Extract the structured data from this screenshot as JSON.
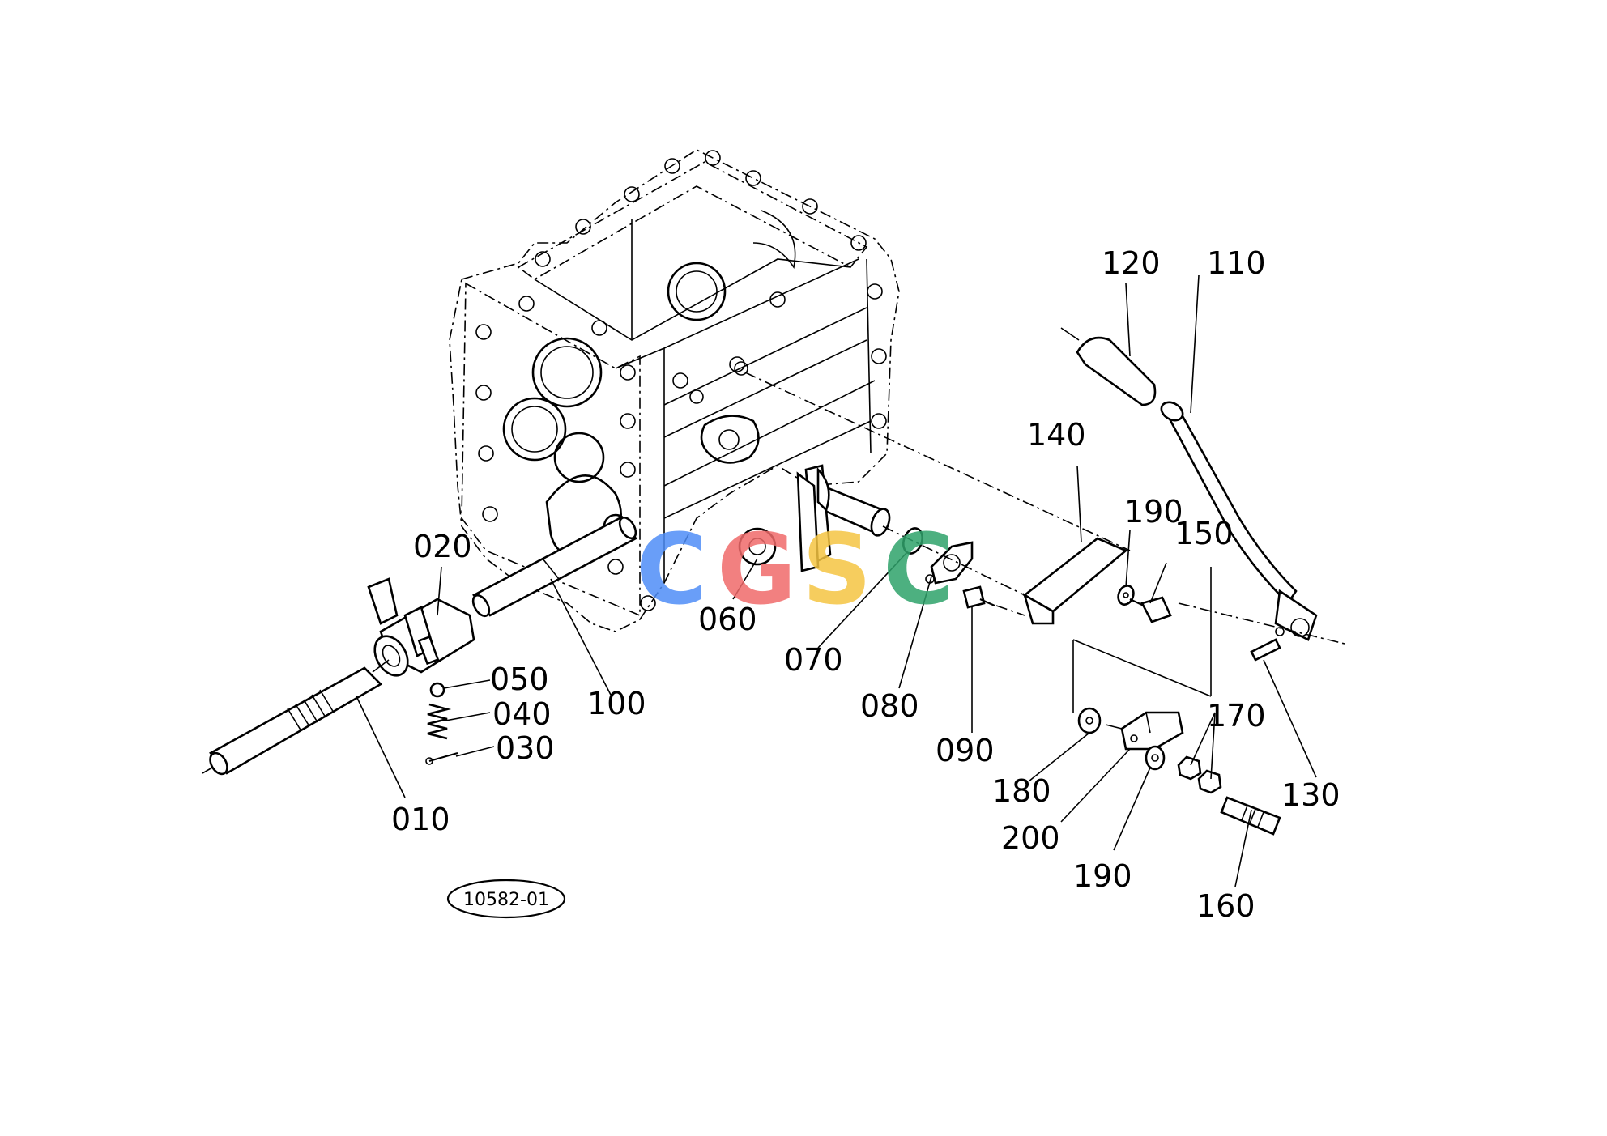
{
  "diagram": {
    "reference_code": "10582-01",
    "watermark": {
      "letters": [
        "C",
        "G",
        "S",
        "C"
      ],
      "colors": [
        "#4f8ef7",
        "#f06a6a",
        "#f5c542",
        "#2fa36b"
      ]
    },
    "callouts": [
      {
        "id": "010",
        "label": "010"
      },
      {
        "id": "020",
        "label": "020"
      },
      {
        "id": "030",
        "label": "030"
      },
      {
        "id": "040",
        "label": "040"
      },
      {
        "id": "050",
        "label": "050"
      },
      {
        "id": "060",
        "label": "060"
      },
      {
        "id": "070",
        "label": "070"
      },
      {
        "id": "080",
        "label": "080"
      },
      {
        "id": "090",
        "label": "090"
      },
      {
        "id": "100",
        "label": "100"
      },
      {
        "id": "110",
        "label": "110"
      },
      {
        "id": "120",
        "label": "120"
      },
      {
        "id": "130",
        "label": "130"
      },
      {
        "id": "140",
        "label": "140"
      },
      {
        "id": "150",
        "label": "150"
      },
      {
        "id": "160",
        "label": "160"
      },
      {
        "id": "170",
        "label": "170"
      },
      {
        "id": "180",
        "label": "180"
      },
      {
        "id": "190a",
        "label": "190"
      },
      {
        "id": "190b",
        "label": "190"
      },
      {
        "id": "200",
        "label": "200"
      }
    ]
  }
}
